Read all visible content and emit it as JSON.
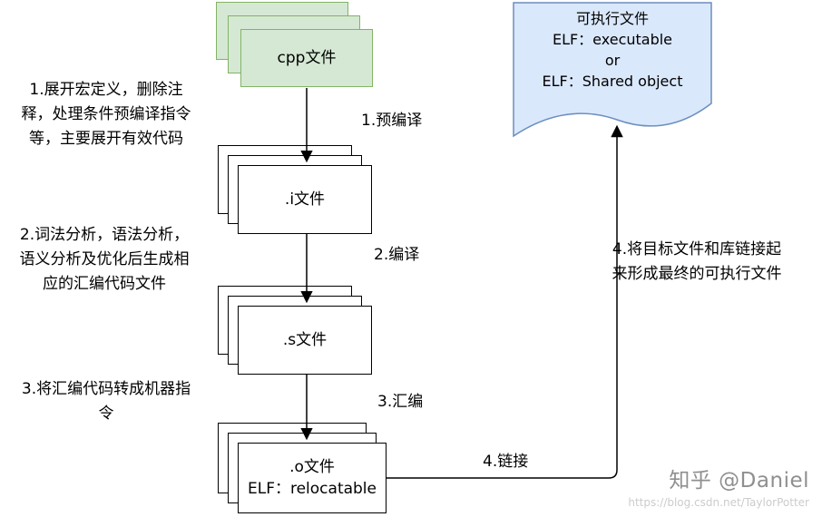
{
  "nodes": {
    "cpp": {
      "label": "cpp文件"
    },
    "i": {
      "label": ".i文件"
    },
    "s": {
      "label": ".s文件"
    },
    "o": {
      "line1": ".o文件",
      "line2": "ELF：relocatable"
    },
    "executable": {
      "line1": "可执行文件",
      "line2": "ELF：executable",
      "line3": "or",
      "line4": "ELF：Shared object"
    }
  },
  "steps": {
    "step1": "1.预编译",
    "step2": "2.编译",
    "step3": "3.汇编",
    "step4": "4.链接"
  },
  "annotations": {
    "note1": "1.展开宏定义，删除注释，处理条件预编译指令等，主要展开有效代码",
    "note2": "2.词法分析，语法分析，语义分析及优化后生成相应的汇编代码文件",
    "note3": "3.将汇编代码转成机器指令",
    "note4": "4.将目标文件和库链接起来形成最终的可执行文件"
  },
  "watermark": {
    "brand": "知乎 @Daniel",
    "url": "https://blog.csdn.net/TaylorPotter"
  },
  "colors": {
    "source_fill": "#d5e8d4",
    "source_border": "#82b366",
    "executable_fill": "#dae8fc",
    "executable_border": "#6c8ebf",
    "card_border": "#000000"
  }
}
